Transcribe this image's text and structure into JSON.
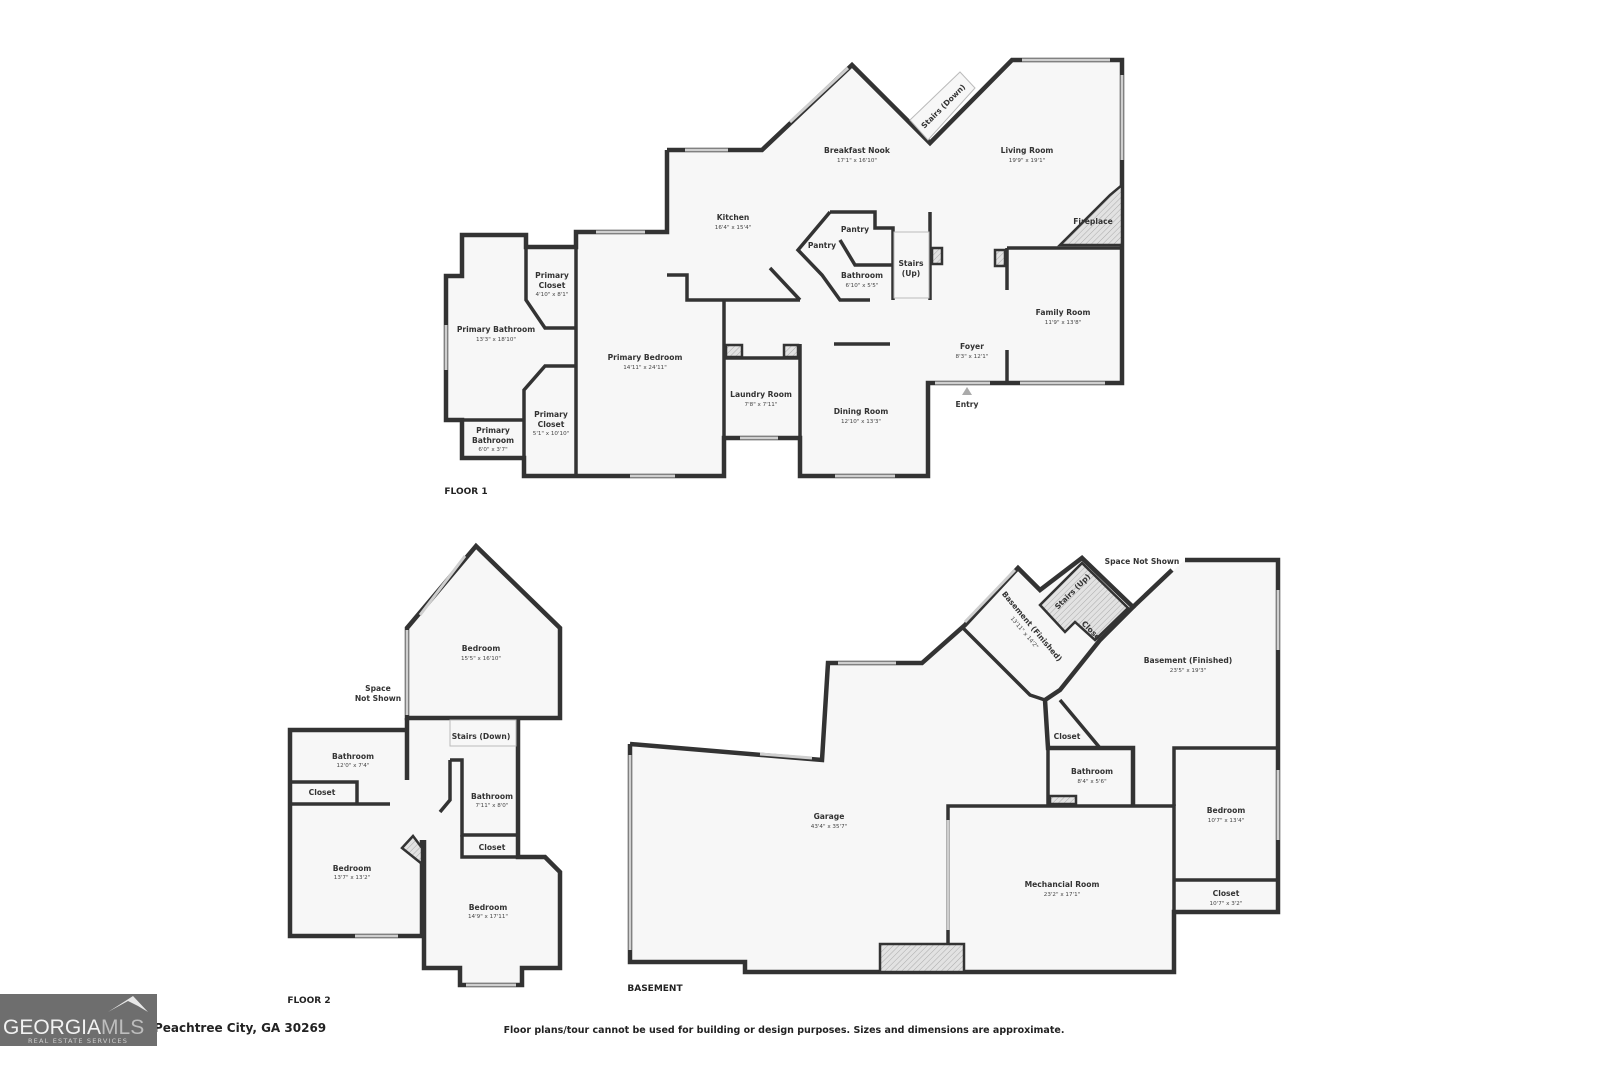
{
  "floors": {
    "floor1": {
      "label": "FLOOR 1",
      "rooms": [
        {
          "name": "Breakfast Nook",
          "dims": "17'1\" x 16'10\""
        },
        {
          "name": "Living Room",
          "dims": "19'9\" x 19'1\""
        },
        {
          "name": "Kitchen",
          "dims": "16'4\" x 15'4\""
        },
        {
          "name": "Pantry"
        },
        {
          "name": "Pantry"
        },
        {
          "name": "Bathroom",
          "dims": "6'10\" x 5'5\""
        },
        {
          "name": "Stairs",
          "name2": "(Up)"
        },
        {
          "name": "Fireplace"
        },
        {
          "name": "Stairs (Down)"
        },
        {
          "name": "Family Room",
          "dims": "11'9\" x 13'8\""
        },
        {
          "name": "Foyer",
          "dims": "8'3\" x 12'1\""
        },
        {
          "name": "Primary",
          "name2": "Closet",
          "dims": "4'10\" x 8'1\""
        },
        {
          "name": "Primary Bathroom",
          "dims": "13'3\" x 18'10\""
        },
        {
          "name": "Primary Bedroom",
          "dims": "14'11\" x 24'11\""
        },
        {
          "name": "Laundry Room",
          "dims": "7'8\" x 7'11\""
        },
        {
          "name": "Dining Room",
          "dims": "12'10\" x 13'3\""
        },
        {
          "name": "Primary",
          "name2": "Closet",
          "dims": "5'1\" x 10'10\""
        },
        {
          "name": "Primary",
          "name2": "Bathroom",
          "dims": "6'0\" x 3'7\""
        }
      ],
      "entry_label": "Entry"
    },
    "floor2": {
      "label": "FLOOR 2",
      "rooms": [
        {
          "name": "Bedroom",
          "dims": "15'5\" x 16'10\""
        },
        {
          "name": "Space",
          "name2": "Not Shown"
        },
        {
          "name": "Stairs (Down)"
        },
        {
          "name": "Bathroom",
          "dims": "12'0\" x 7'4\""
        },
        {
          "name": "Closet"
        },
        {
          "name": "Bathroom",
          "dims": "7'11\" x 8'0\""
        },
        {
          "name": "Closet"
        },
        {
          "name": "Bedroom",
          "dims": "13'7\" x 13'2\""
        },
        {
          "name": "Bedroom",
          "dims": "14'9\" x 17'11\""
        }
      ]
    },
    "basement": {
      "label": "BASEMENT",
      "rooms": [
        {
          "name": "Basement (Finished)",
          "dims": "13'11\" x 14'2\""
        },
        {
          "name": "Stairs (Up)"
        },
        {
          "name": "Closet"
        },
        {
          "name": "Space Not Shown"
        },
        {
          "name": "Basement (Finished)",
          "dims": "23'5\" x 19'3\""
        },
        {
          "name": "Closet"
        },
        {
          "name": "Bathroom",
          "dims": "8'4\" x 5'6\""
        },
        {
          "name": "Garage",
          "dims": "43'4\" x 35'7\""
        },
        {
          "name": "Bedroom",
          "dims": "10'7\" x 13'4\""
        },
        {
          "name": "Mechancial Room",
          "dims": "23'2\" x 17'1\""
        },
        {
          "name": "Closet",
          "dims": "10'7\" x 3'2\""
        }
      ]
    }
  },
  "footer": {
    "address": "Peachtree City, GA 30269",
    "disclaimer": "Floor plans/tour cannot be used for building or design purposes. Sizes and dimensions are approximate."
  },
  "logo": {
    "text_main": "GEORGIA",
    "text_accent": "MLS",
    "subtitle": "REAL ESTATE SERVICES",
    "bg_color": "#6e6e6e"
  },
  "colors": {
    "wall": "#333333",
    "floor": "#f7f7f7",
    "window": "#cfcfcf"
  }
}
